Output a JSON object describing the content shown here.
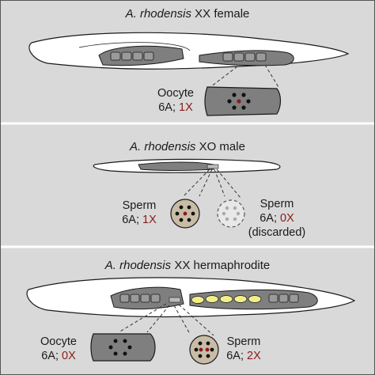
{
  "panels": [
    {
      "title_species": "A. rhodensis",
      "title_rest": " XX female",
      "cells": [
        {
          "type": "Oocyte",
          "karyotype_a": "6A",
          "sep": "; ",
          "karyotype_x": "1X",
          "note": ""
        }
      ]
    },
    {
      "title_species": "A. rhodensis",
      "title_rest": " XO male",
      "cells": [
        {
          "type": "Sperm",
          "karyotype_a": "6A",
          "sep": "; ",
          "karyotype_x": "1X",
          "note": ""
        },
        {
          "type": "Sperm",
          "karyotype_a": "6A",
          "sep": "; ",
          "karyotype_x": "0X",
          "note": "(discarded)"
        }
      ]
    },
    {
      "title_species": "A. rhodensis",
      "title_rest": " XX hermaphrodite",
      "cells": [
        {
          "type": "Oocyte",
          "karyotype_a": "6A",
          "sep": "; ",
          "karyotype_x": "0X",
          "note": ""
        },
        {
          "type": "Sperm",
          "karyotype_a": "6A",
          "sep": "; ",
          "karyotype_x": "2X",
          "note": ""
        }
      ]
    }
  ],
  "colors": {
    "background": "#d9d9d9",
    "gonad": "#7f7f7f",
    "autosome": "#111111",
    "x_chromosome": "#8b1a1a",
    "sperm_fill": "#c8bca6",
    "discarded_fill": "#e8e8e8",
    "yolk": "#f2ef8a"
  }
}
